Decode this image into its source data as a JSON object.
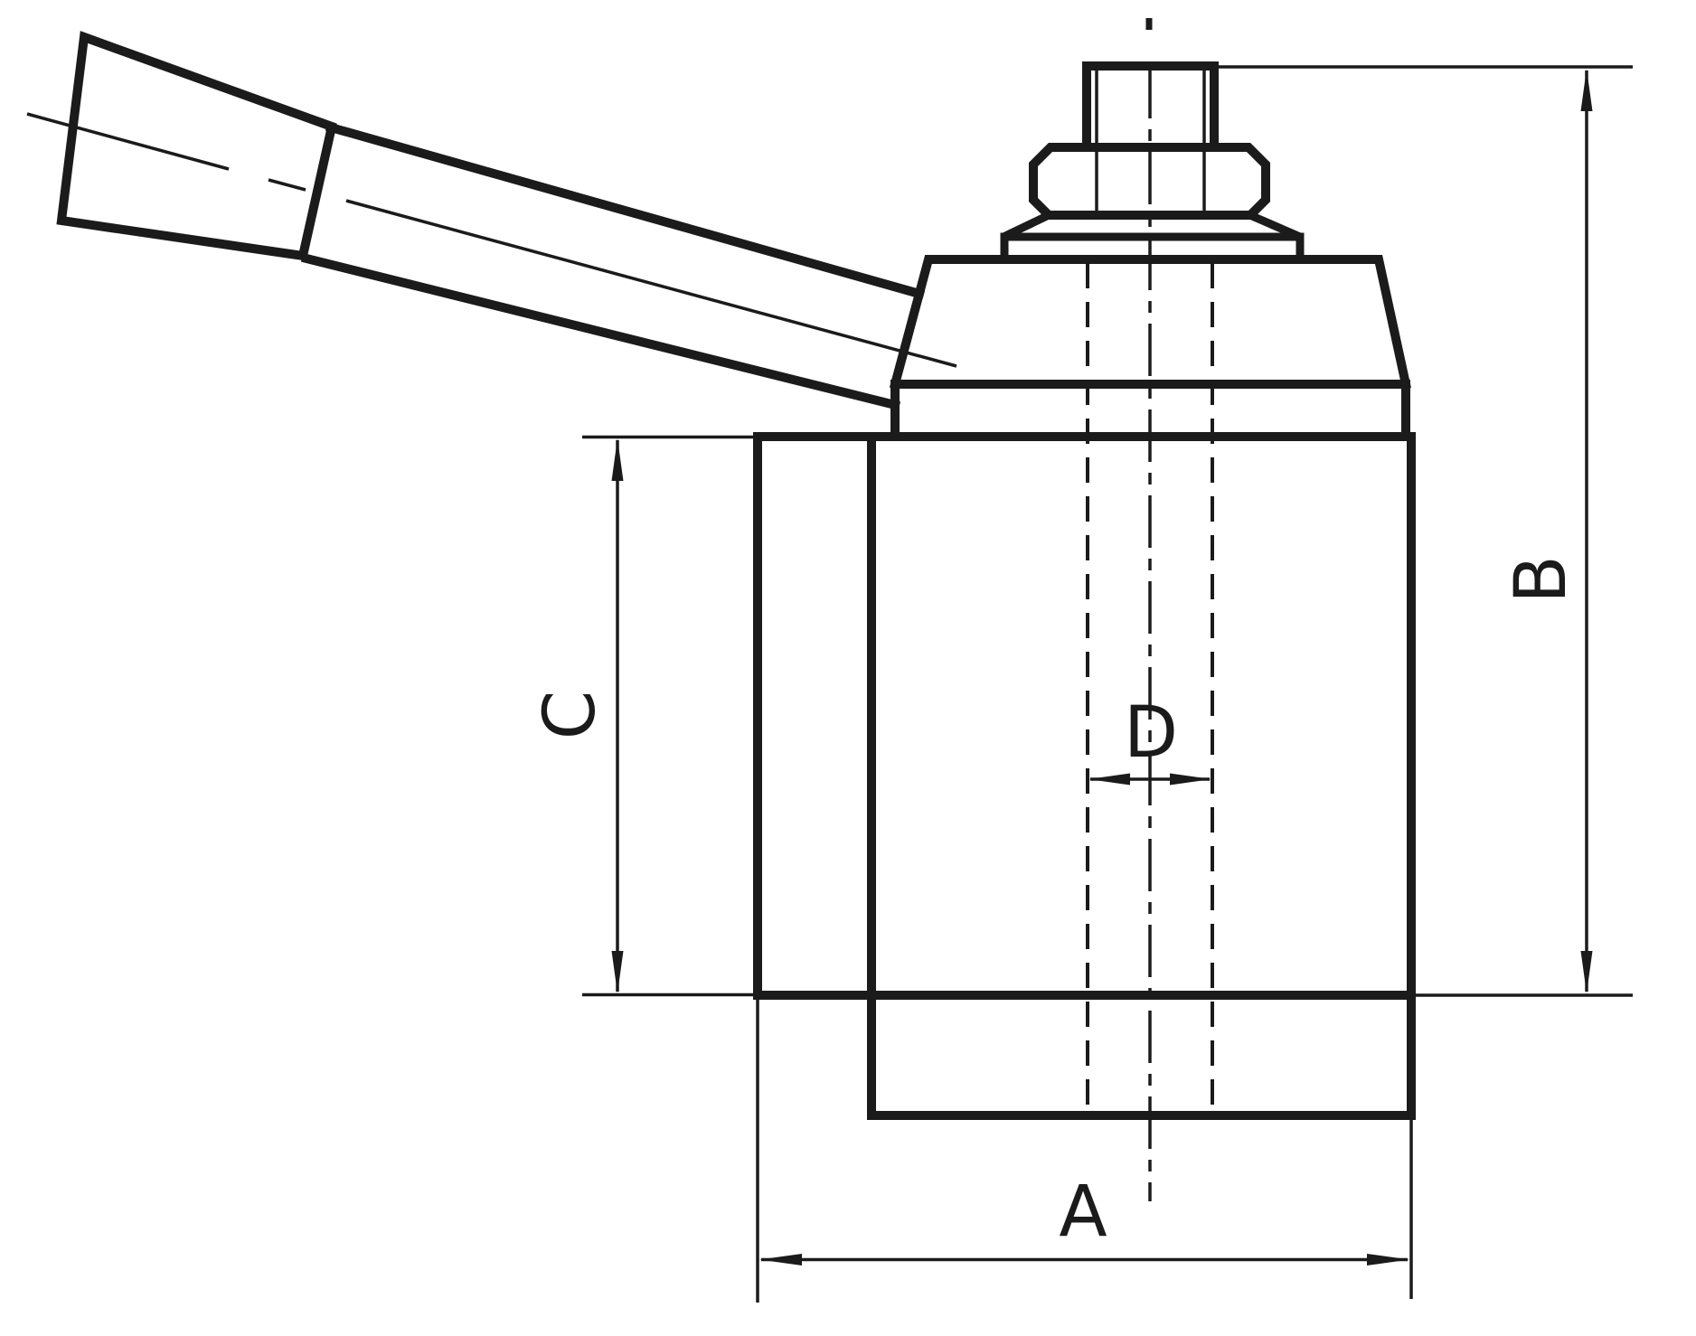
{
  "drawing": {
    "background_color": "#ffffff",
    "line_color": "#1b1b1b"
  },
  "dimensions": {
    "A": {
      "label": "A",
      "orientation": "horizontal",
      "position": "bottom"
    },
    "B": {
      "label": "B",
      "orientation": "vertical",
      "position": "right"
    },
    "C": {
      "label": "C",
      "orientation": "vertical",
      "position": "left"
    },
    "D": {
      "label": "D",
      "orientation": "horizontal",
      "position": "center"
    }
  }
}
